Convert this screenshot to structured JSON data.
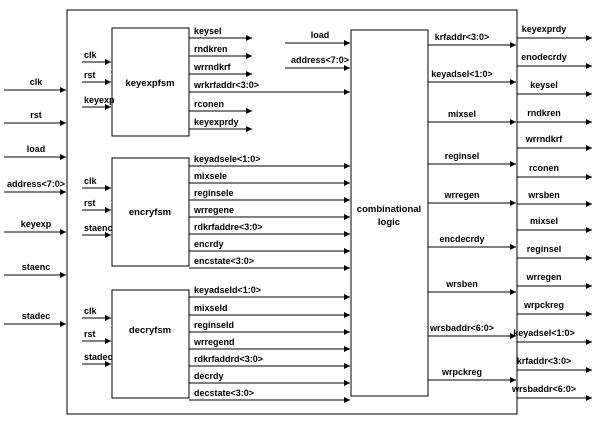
{
  "outer_inputs": [
    "clk",
    "rst",
    "load",
    "address<7:0>",
    "keyexp",
    "staenc",
    "stadec"
  ],
  "outer_outputs": [
    "keyexprdy",
    "enodecrdy",
    "keysel",
    "rndkren",
    "wrrndkrf",
    "rconen",
    "wrsben",
    "mixsel",
    "reginsel",
    "wrregen",
    "wrpckreg",
    "keyadsel<1:0>",
    "krfaddr<3:0>",
    "wrsbaddr<6:0>"
  ],
  "blocks": {
    "keyexpfsm": {
      "name": "keyexpfsm",
      "inputs": [
        "clk",
        "rst",
        "keyexp"
      ],
      "outputs": [
        "keysel",
        "rndkren",
        "wrrndkrf",
        "wrkrfaddr<3:0>",
        "rconen",
        "keyexprdy"
      ]
    },
    "encryfsm": {
      "name": "encryfsm",
      "inputs": [
        "clk",
        "rst",
        "staenc"
      ],
      "outputs": [
        "keyadsele<1:0>",
        "mixsele",
        "reginsele",
        "wrregene",
        "rdkrfaddre<3:0>",
        "encrdy",
        "encstate<3:0>"
      ]
    },
    "decryfsm": {
      "name": "decryfsm",
      "inputs": [
        "clk",
        "rst",
        "stadec"
      ],
      "outputs": [
        "keyadseld<1:0>",
        "mixseld",
        "reginseld",
        "wrregend",
        "rdkrfaddrd<3:0>",
        "decrdy",
        "decstate<3:0>"
      ]
    },
    "comb": {
      "name_line1": "combinational",
      "name_line2": "logic",
      "inputs": [
        "load",
        "address<7:0>"
      ],
      "outputs": [
        "krfaddr<3:0>",
        "keyadsel<1:0>",
        "mixsel",
        "reginsel",
        "wrregen",
        "encdecrdy",
        "wrsben",
        "wrsbaddr<6:0>",
        "wrpckreg"
      ]
    }
  }
}
